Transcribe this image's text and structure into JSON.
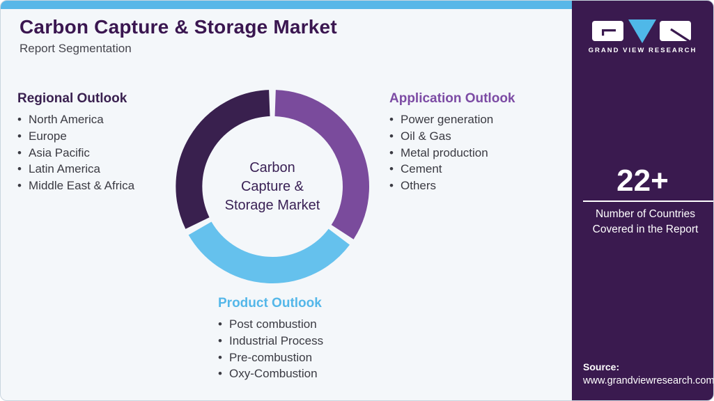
{
  "header": {
    "title": "Carbon Capture & Storage Market",
    "subtitle": "Report Segmentation"
  },
  "colors": {
    "topbar_blue": "#58b7e8",
    "donut_dark": "#39204e",
    "donut_purple": "#7a4b9c",
    "donut_blue": "#65c1ed",
    "sidebar_bg": "#3a1a4f",
    "logo_v_blue": "#4fb8e8"
  },
  "segments": {
    "regional": {
      "heading": "Regional Outlook",
      "items": [
        "North America",
        "Europe",
        "Asia Pacific",
        "Latin America",
        "Middle East & Africa"
      ]
    },
    "application": {
      "heading": "Application Outlook",
      "items": [
        "Power generation",
        "Oil & Gas",
        "Metal production",
        "Cement",
        "Others"
      ]
    },
    "product": {
      "heading": "Product Outlook",
      "items": [
        "Post combustion",
        "Industrial Process",
        "Pre-combustion",
        "Oxy-Combustion"
      ]
    }
  },
  "donut": {
    "center_label": "Carbon\nCapture &\nStorage Market",
    "segments": [
      {
        "name": "application",
        "color": "#7a4b9c"
      },
      {
        "name": "product",
        "color": "#65c1ed"
      },
      {
        "name": "regional",
        "color": "#39204e"
      }
    ]
  },
  "sidebar": {
    "logo_text": "GRAND VIEW RESEARCH",
    "stat_value": "22+",
    "stat_caption": "Number of Countries\nCovered in the Report",
    "source_label": "Source:",
    "source_url": "www.grandviewresearch.com"
  }
}
